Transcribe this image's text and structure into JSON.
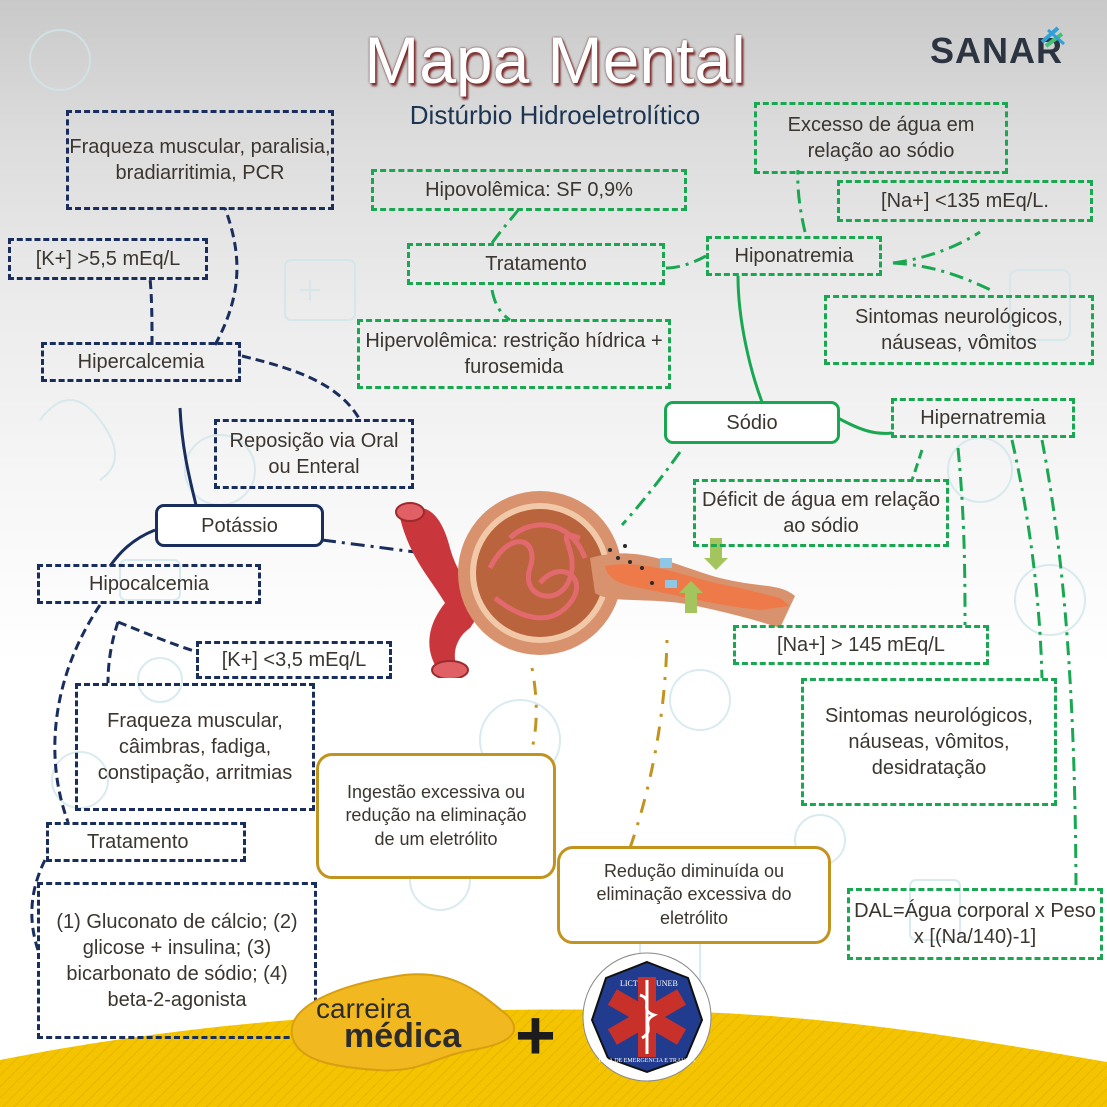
{
  "header": {
    "title": "Mapa Mental",
    "subtitle": "Distúrbio Hidroeletrolítico",
    "brand": "SANAR"
  },
  "colors": {
    "potassium_branch": "#1a2e5e",
    "sodium_branch": "#19a851",
    "cause_branch": "#c2941f",
    "title_text": "#ffffff",
    "subtitle_text": "#1c3553",
    "footer_yellow": "#f5c400"
  },
  "potassium": {
    "label": "Potássio",
    "hipercalemia": {
      "label": "Hipercalcemia",
      "level": "[K+] >5,5 mEq/L",
      "symptoms": "Fraqueza muscular, paralisia, bradiarritimia, PCR",
      "treatment": "Reposição via Oral ou Enteral"
    },
    "hipocalemia": {
      "label": "Hipocalcemia",
      "level": "[K+] <3,5 mEq/L",
      "symptoms": "Fraqueza muscular, câimbras, fadiga, constipação, arritmias",
      "treatment_label": "Tratamento",
      "treatment": "(1) Gluconato de cálcio; (2) glicose + insulina; (3) bicarbonato de sódio; (4) beta-2-agonista"
    }
  },
  "sodium": {
    "label": "Sódio",
    "hiponatremia": {
      "label": "Hiponatremia",
      "definition": "Excesso de água em relação ao sódio",
      "level": "[Na+] <135 mEq/L.",
      "symptoms": "Sintomas neurológicos, náuseas, vômitos",
      "treatment_label": "Tratamento",
      "hypovolemic": "Hipovolêmica: SF 0,9%",
      "hypervolemic": "Hipervolêmica: restrição hídrica + furosemida"
    },
    "hipernatremia": {
      "label": "Hipernatremia",
      "definition": "Déficit de água em relação ao sódio",
      "level": "[Na+] > 145 mEq/L",
      "symptoms": "Sintomas neurológicos, náuseas, vômitos, desidratação",
      "formula": "DAL=Água corporal x Peso x [(Na/140)-1]"
    }
  },
  "causes": {
    "excess": "Ingestão excessiva ou redução na eliminação de um eletrólito",
    "deficit": "Redução diminuída  ou eliminação excessiva do eletrólito"
  },
  "footer": {
    "logo1_line1": "carreira",
    "logo1_line2": "médica",
    "plus": "+",
    "logo2_top_left": "LICT",
    "logo2_top_right": "UNEB",
    "logo2_bottom": "LIGA DE EMERGENCIA E TRAUMA"
  }
}
